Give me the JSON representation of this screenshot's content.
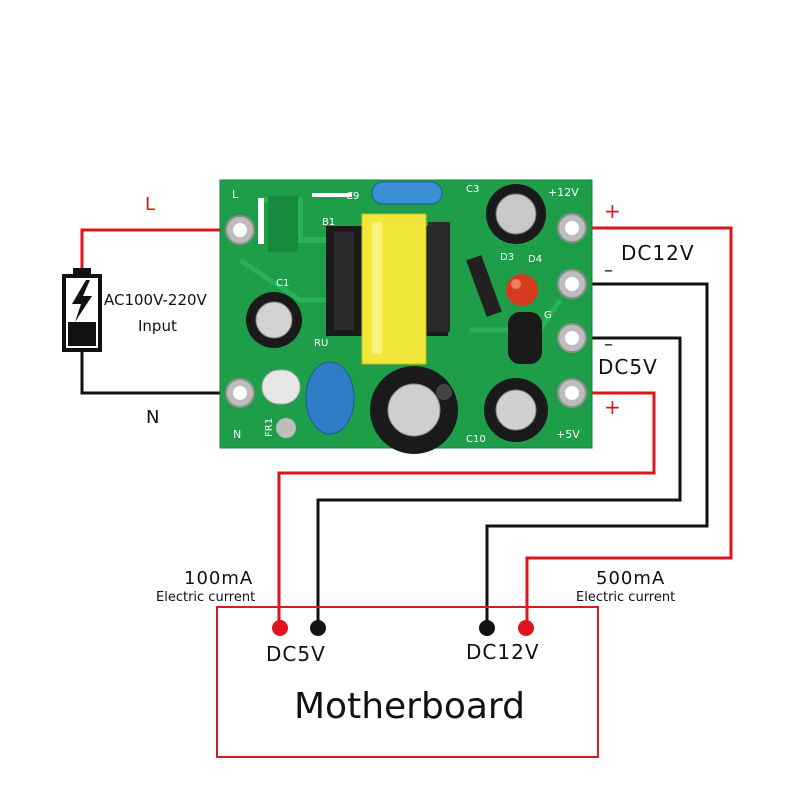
{
  "input": {
    "line_label": "L",
    "neutral_label": "N",
    "voltage": "AC100V-220V",
    "caption": "Input"
  },
  "board": {
    "silk_L": "L",
    "silk_N": "N",
    "silk_C9": "C9",
    "silk_C3": "C3",
    "silk_B1": "B1",
    "silk_C1": "C1",
    "silk_D3": "D3",
    "silk_D4": "D4",
    "silk_G": "G",
    "silk_R": "RU",
    "silk_FR1": "FR1",
    "silk_C10": "C10",
    "silk_12": "+12V",
    "silk_5": "+5V"
  },
  "outputs": {
    "plus_top": "+",
    "minus_1": "–",
    "dc12_label": "DC12V",
    "minus_2": "–",
    "dc5_label": "DC5V",
    "plus_bottom": "+"
  },
  "currents": {
    "left_value": "100mA",
    "left_caption": "Electric current",
    "right_value": "500mA",
    "right_caption": "Electric current"
  },
  "motherboard": {
    "title": "Motherboard",
    "dc5_label": "DC5V",
    "dc12_label": "DC12V"
  },
  "colors": {
    "positive_wire": "#e0141e",
    "negative_wire": "#111111",
    "pcb": "#1f9e4a",
    "input_label": "#e0141e"
  }
}
